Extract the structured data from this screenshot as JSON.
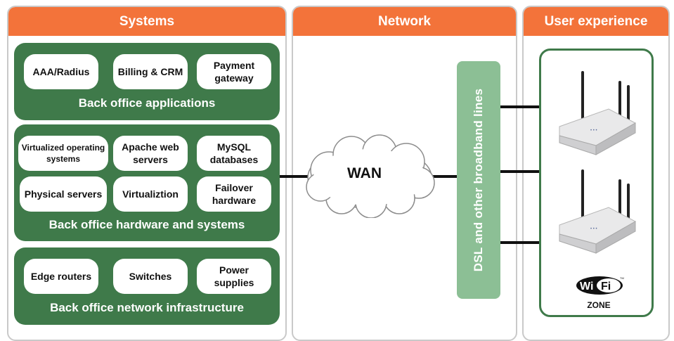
{
  "columns": {
    "systems": "Systems",
    "network": "Network",
    "user_experience": "User experience"
  },
  "back_office_applications": {
    "label": "Back office applications",
    "items": [
      "AAA/Radius",
      "Billing & CRM",
      "Payment gateway"
    ]
  },
  "back_office_hardware": {
    "label": "Back office hardware and systems",
    "items": [
      "Virtualized operating systems",
      "Apache web servers",
      "MySQL databases",
      "Physical servers",
      "Virtualiztion",
      "Failover hardware"
    ]
  },
  "back_office_network": {
    "label": "Back office network infrastructure",
    "items": [
      "Edge routers",
      "Switches",
      "Power supplies"
    ]
  },
  "wan_label": "WAN",
  "dsl_label": "DSL and other broadband lines",
  "wifi": {
    "logo": "WiFi",
    "zone": "ZONE"
  },
  "icons": [
    "cloud-icon",
    "router-icon",
    "wifi-zone-logo"
  ],
  "colors": {
    "header": "#f3733a",
    "panel": "#3f7a4a",
    "dsl_bar": "#8cbf95"
  }
}
